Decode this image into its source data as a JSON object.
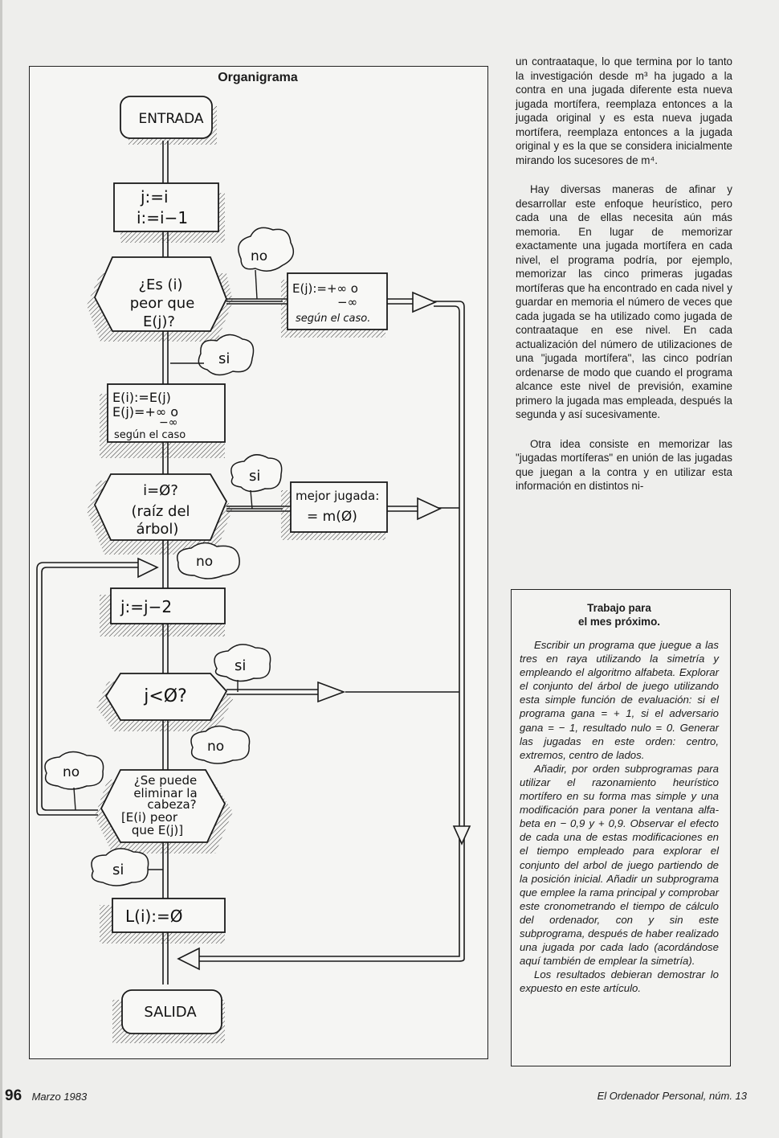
{
  "flowchart": {
    "title": "Organigrama",
    "start": "ENTRADA",
    "step1": [
      "j:=i",
      "i:=i−1"
    ],
    "decision1": [
      "¿Es (i)",
      "peor que",
      "E(j)?"
    ],
    "no1": "no",
    "box_right1": [
      "E(j):=+∞ o",
      "−∞",
      "según el caso."
    ],
    "si1": "si",
    "step2": [
      "E(i):=E(j)",
      "E(j)=+∞ o",
      "−∞",
      "según el caso"
    ],
    "si2": "si",
    "decision2": [
      "i=Ø?",
      "(raíz del",
      "árbol)"
    ],
    "box_right2": [
      "mejor jugada:",
      "= m(Ø)"
    ],
    "no2": "no",
    "step3": "j:=j−2",
    "si3": "si",
    "decision3": "j<Ø?",
    "no3": "no",
    "no4": "no",
    "decision4": [
      "¿Se puede",
      "eliminar la",
      "cabeza?",
      "[E(i) peor",
      "que E(j)]"
    ],
    "si4": "si",
    "step4": "L(i):=Ø",
    "end": "SALIDA"
  },
  "article": {
    "paragraph1": "un contraataque, lo que termina por lo tanto la investigación desde m³ ha jugado a la contra en una jugada diferente esta nueva jugada mortífera, reemplaza entonces a la jugada original y es esta nueva jugada mortífera, reemplaza entonces a la jugada original y es la que se considera inicialmente mirando los sucesores de m⁴.",
    "paragraph2": "Hay diversas maneras de afinar y desarrollar este enfoque heurístico, pero cada una de ellas necesita aún más memoria. En lugar de memorizar exactamente una jugada mortífera en cada nivel, el programa podría, por ejemplo, memorizar las cinco primeras jugadas mortíferas que ha encontrado en cada nivel y guardar en memoria el número de veces que cada jugada se ha utilizado como jugada de contraataque en ese nivel. En cada actualización del número de utilizaciones de una \"jugada mortífera\", las cinco podrían ordenarse de modo que cuando el programa alcance este nivel de previsión, examine primero la jugada mas empleada, después la segunda y así sucesivamente.",
    "paragraph3": "Otra idea consiste en memorizar las \"jugadas mortíferas\" en unión de las jugadas que juegan a la contra y en utilizar esta información en distintos ni-"
  },
  "sidebar": {
    "title_line1": "Trabajo para",
    "title_line2": "el mes próximo.",
    "paragraph1": "Escribir un programa que juegue a las tres en raya utilizando la simetría y empleando el algoritmo alfabeta. Explorar el conjunto del árbol de juego utilizando esta simple función de evaluación: si el programa gana = + 1, si el adversario gana = − 1, resultado nulo = 0. Generar las jugadas en este orden: centro, extremos, centro de lados.",
    "paragraph2": "Añadir, por orden subprogramas para utilizar el razonamiento heurístico mortífero en su forma mas simple y una modificación para poner la ventana alfa-beta en − 0,9 y + 0,9. Observar el efecto de cada una de estas modificaciones en el tiempo empleado para explorar el conjunto del arbol de juego partiendo de la posición inicial. Añadir un subprograma que emplee la rama principal y comprobar este cronometrando el tiempo de cálculo del ordenador, con y sin este subprograma, después de haber realizado una jugada por cada lado (acordándose aquí también de emplear la simetría).",
    "paragraph3": "Los resultados debieran demostrar lo expuesto en este artículo."
  },
  "footer": {
    "page_number": "96",
    "date": "Marzo 1983",
    "publication": "El Ordenador Personal, núm. 13"
  }
}
